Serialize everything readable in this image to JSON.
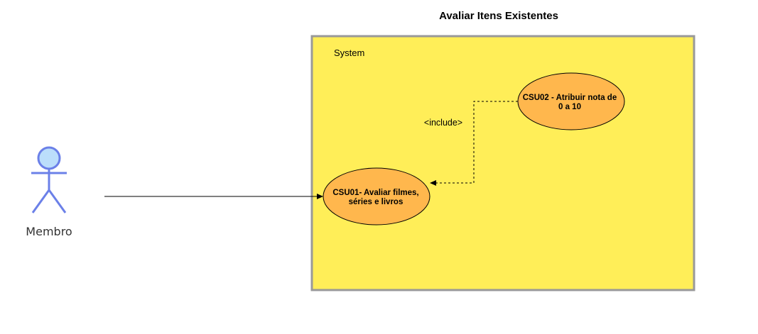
{
  "diagram": {
    "title": "Avaliar Itens Existentes",
    "system": {
      "label": "System",
      "fill": "#FFEE58",
      "border": "#999999"
    },
    "actor": {
      "label": "Membro",
      "head_fill": "#BBDEFB",
      "stroke": "#6B80E8"
    },
    "use_cases": [
      {
        "id": "CSU01",
        "lines": [
          "CSU01- Avaliar filmes,",
          "séries e livros"
        ]
      },
      {
        "id": "CSU02",
        "lines": [
          "CSU02 - Atribuir nota de",
          "0 a 10"
        ]
      }
    ],
    "use_case_fill": "#FFB74D",
    "relationship": {
      "label": "<include>"
    }
  }
}
